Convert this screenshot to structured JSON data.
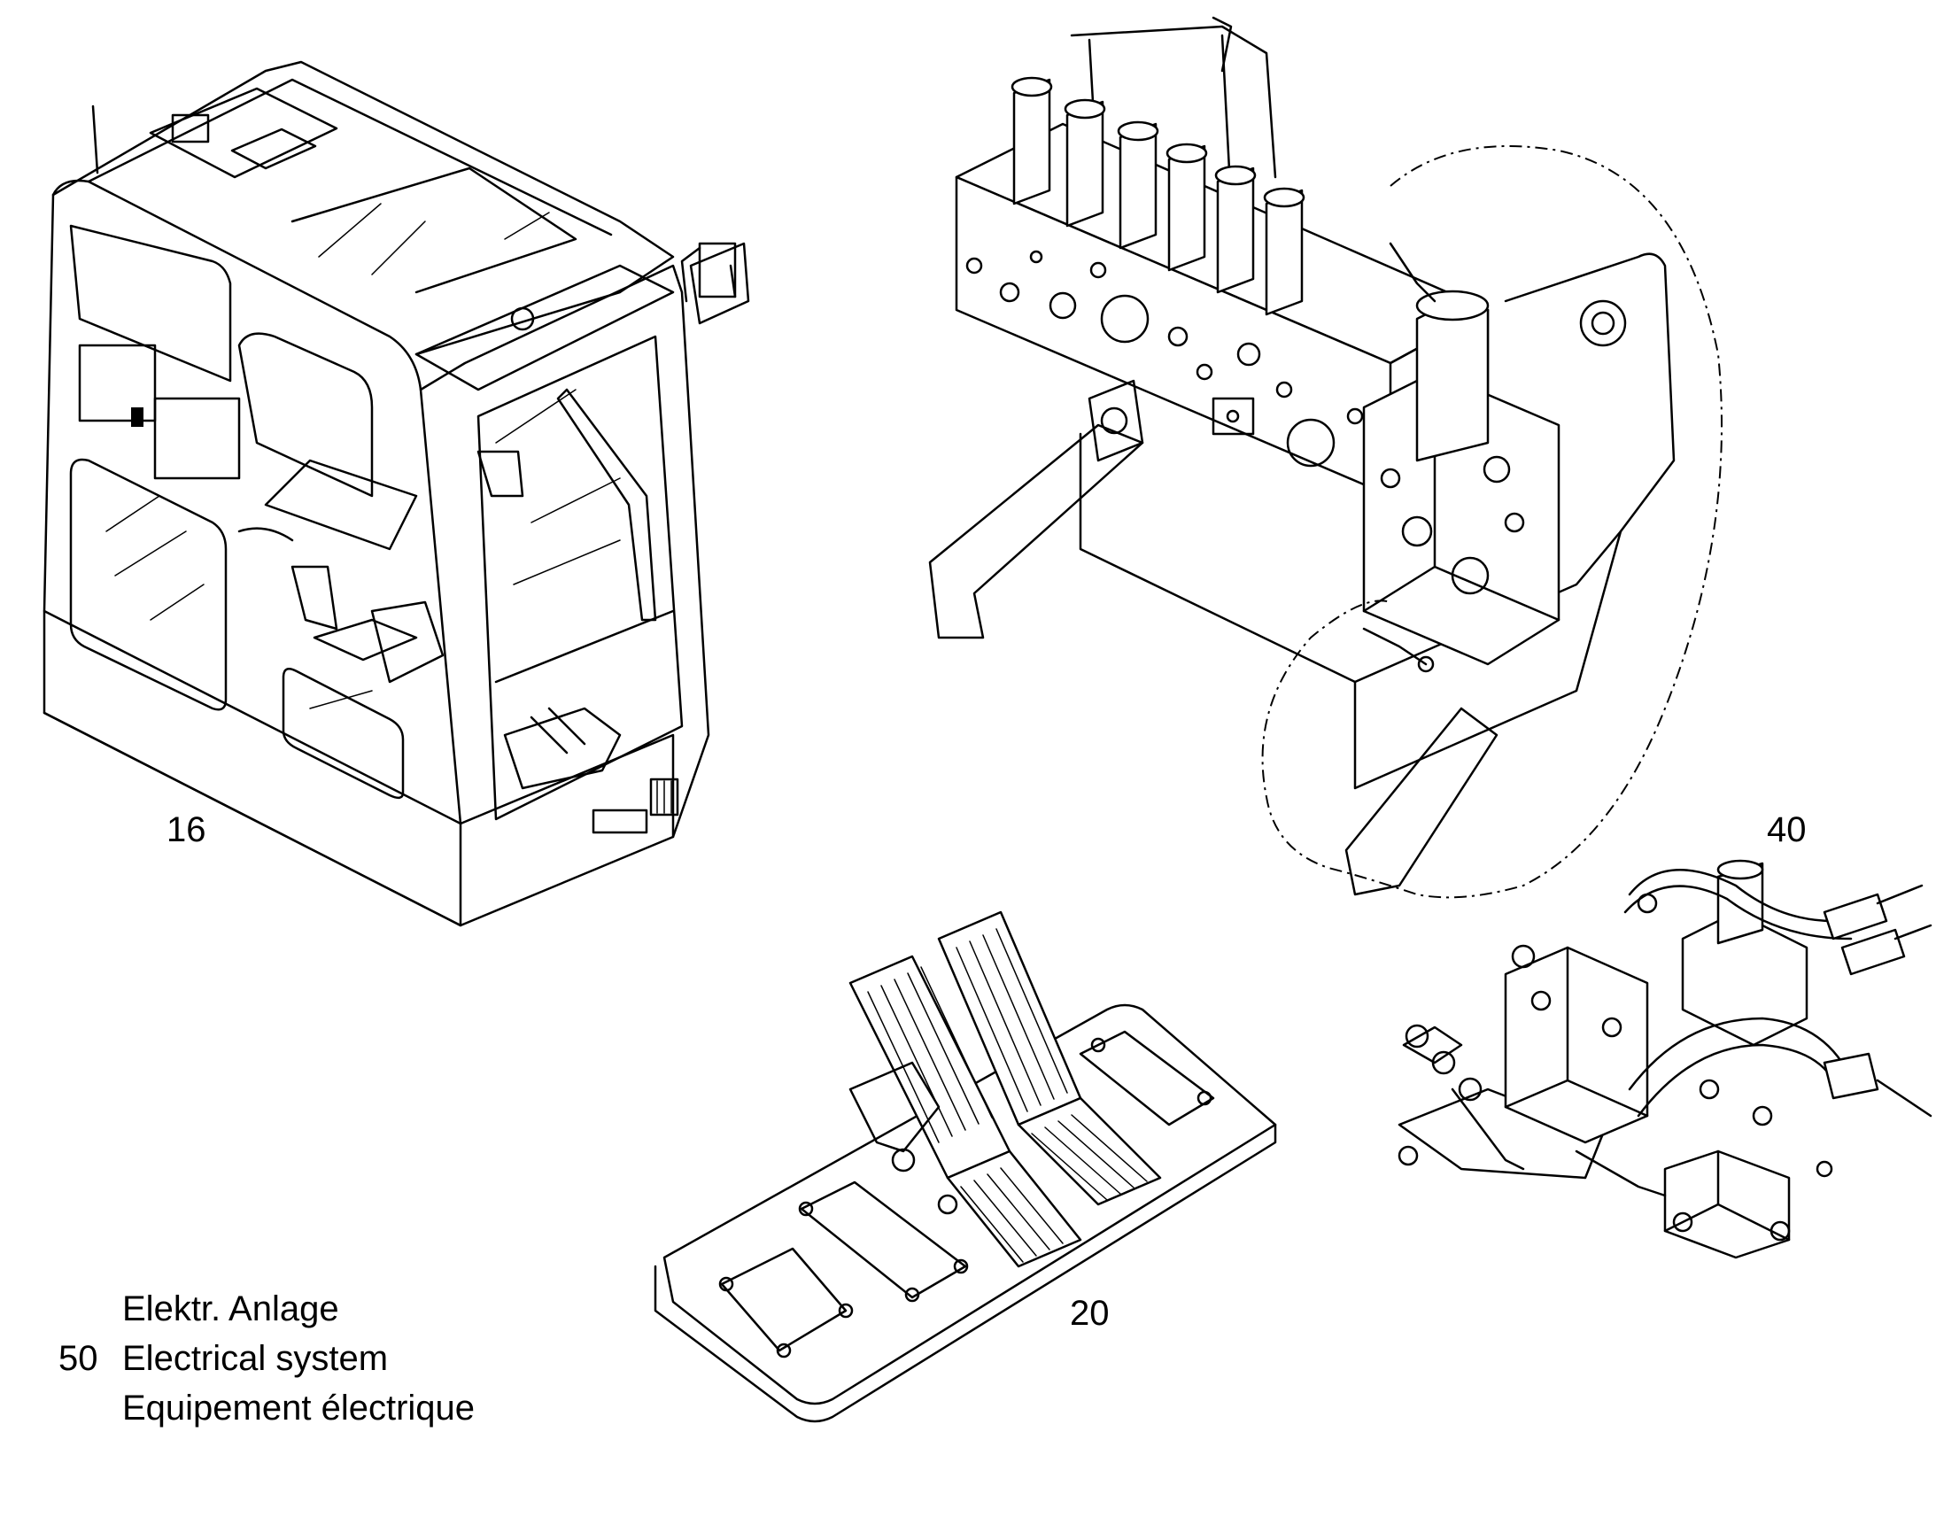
{
  "labels": {
    "cab": "16",
    "pedals": "20",
    "valves": "40"
  },
  "legend": {
    "number": "50",
    "de": "Elektr. Anlage",
    "en": "Electrical system",
    "fr": "Equipement électrique"
  }
}
